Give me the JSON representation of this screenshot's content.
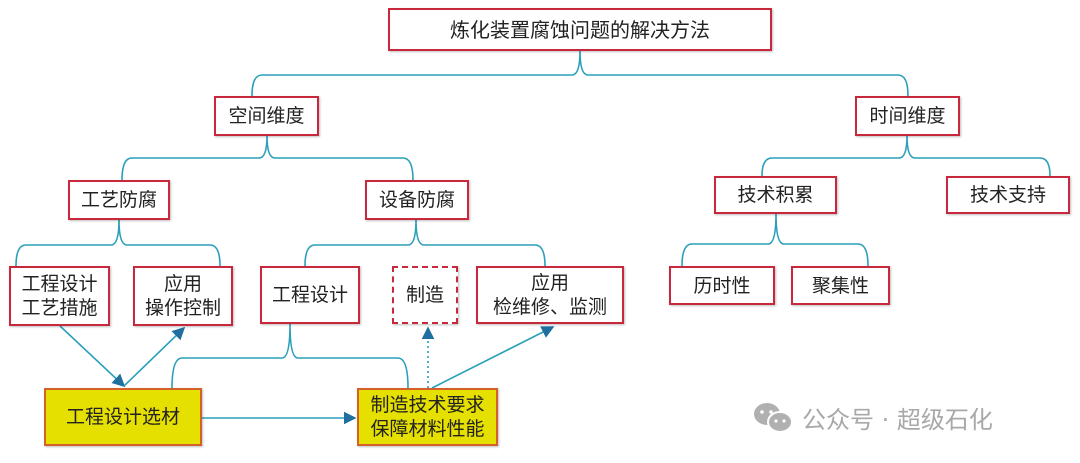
{
  "title": "炼化装置腐蚀问题的解决方法",
  "space": {
    "label": "空间维度",
    "process": {
      "label": "工艺防腐",
      "items": [
        [
          "工程设计",
          "工艺措施"
        ],
        [
          "应用",
          "操作控制"
        ]
      ]
    },
    "equipment": {
      "label": "设备防腐",
      "items": [
        [
          "工程设计"
        ],
        [
          "制造"
        ],
        [
          "应用",
          "检维修、监测"
        ]
      ]
    }
  },
  "time": {
    "label": "时间维度",
    "accumulation": {
      "label": "技术积累",
      "items": [
        "历时性",
        "聚集性"
      ]
    },
    "support": {
      "label": "技术支持"
    }
  },
  "bottom": {
    "selection": "工程设计选材",
    "manufacture": [
      "制造技术要求",
      "保障材料性能"
    ]
  },
  "watermark": "公众号 · 超级石化",
  "colors": {
    "line": "#2a9fba",
    "border": "#c8283c",
    "highlight": "#e6e000"
  }
}
